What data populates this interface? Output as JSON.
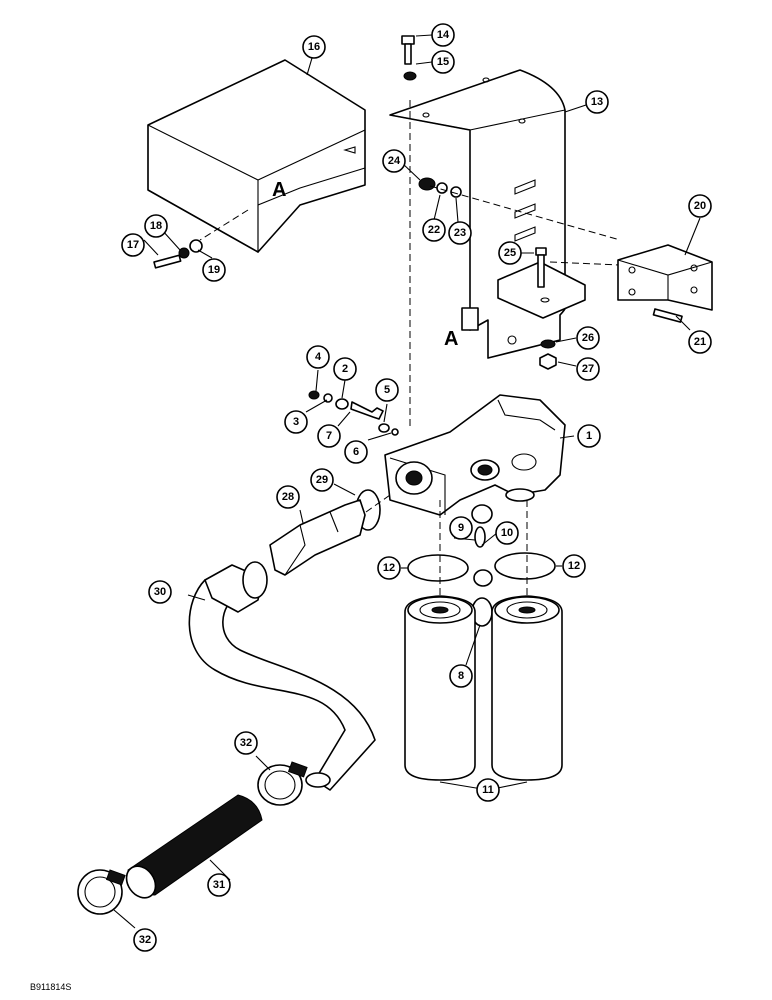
{
  "drawing_code": "B911814S",
  "section_letters": [
    "A",
    "A"
  ],
  "callouts": [
    "1",
    "2",
    "3",
    "4",
    "5",
    "6",
    "7",
    "8",
    "9",
    "10",
    "11",
    "12",
    "12",
    "13",
    "14",
    "15",
    "16",
    "17",
    "18",
    "19",
    "20",
    "21",
    "22",
    "23",
    "24",
    "25",
    "26",
    "27",
    "28",
    "29",
    "30",
    "31",
    "32",
    "32"
  ]
}
